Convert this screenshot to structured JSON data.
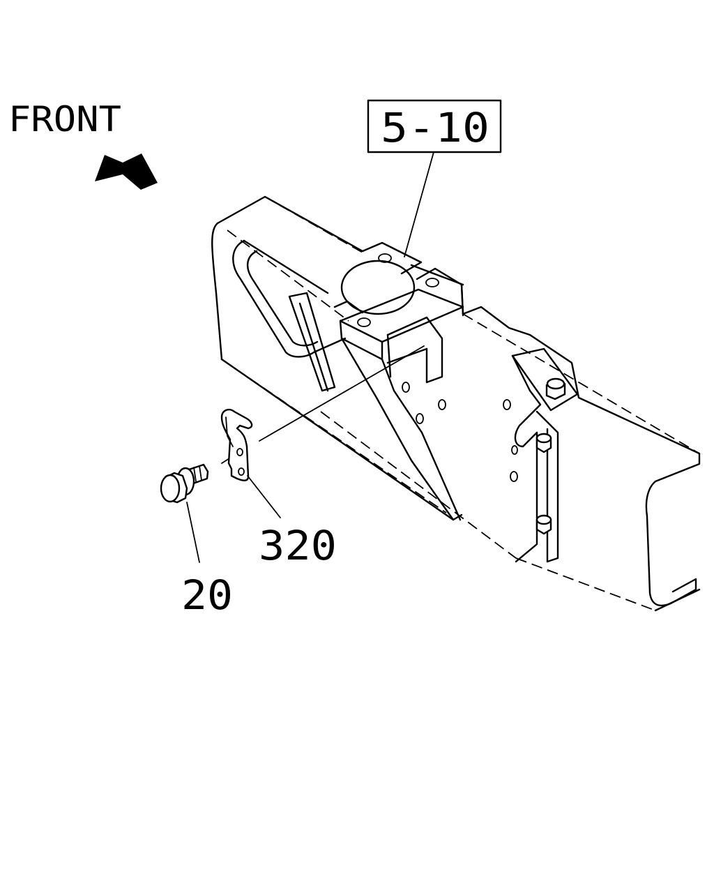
{
  "orientation": {
    "front_label": "FRONT",
    "arrow_icon": "front-direction-arrow"
  },
  "reference_box": {
    "label": "5-10"
  },
  "callouts": [
    {
      "id": "bracket",
      "label": "320"
    },
    {
      "id": "bolt",
      "label": "20"
    }
  ],
  "colors": {
    "line": "#000000",
    "background": "#ffffff"
  }
}
